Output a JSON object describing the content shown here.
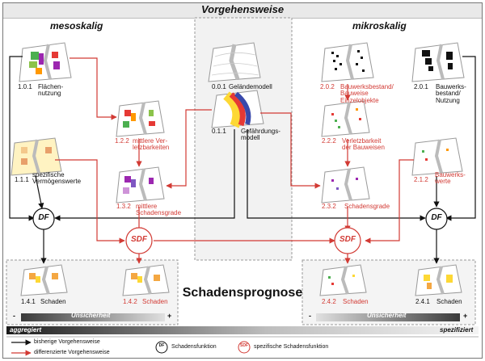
{
  "title": "Vorgehensweise",
  "left_heading": "mesoskalig",
  "right_heading": "mikroskalig",
  "nodes": {
    "n101": {
      "id": "1.0.1",
      "label": "Flächen-\nnutzung"
    },
    "n001": {
      "id": "0.0.1",
      "label": "Geländemodell"
    },
    "n202": {
      "id": "2.0.2",
      "label": "Bauwerksbestand/\nBauweise\nEinzelobjekte"
    },
    "n201": {
      "id": "2.0.1",
      "label": "Bauwerks-\nbestand/\nNutzung"
    },
    "n122": {
      "id": "1.2.2",
      "label": "mittlere Ver-\nletzbarkeiten"
    },
    "n011": {
      "id": "0.1.1",
      "label": "Gefährdungs-\nmodell"
    },
    "n222": {
      "id": "2.2.2",
      "label": "Verletzbarkeit\nder Bauweisen"
    },
    "n111": {
      "id": "1.1.1",
      "label": "spezifische\nVermögenswerte"
    },
    "n132": {
      "id": "1.3.2",
      "label": "mittlere\nSchadensgrade"
    },
    "n232": {
      "id": "2.3.2",
      "label": "Schadensgrade"
    },
    "n212": {
      "id": "2.1.2",
      "label": "Bauwerks-\nwerte"
    },
    "n141": {
      "id": "1.4.1",
      "label": "Schaden"
    },
    "n142": {
      "id": "1.4.2",
      "label": "Schaden"
    },
    "n242": {
      "id": "2.4.2",
      "label": "Schaden"
    },
    "n241": {
      "id": "2.4.1",
      "label": "Schaden"
    }
  },
  "df_label": "DF",
  "sdf_label": "SDF",
  "center_label": "Schadensprognose",
  "uncertainty_label": "Unsicherheit",
  "minus": "-",
  "plus": "+",
  "bar_left": "aggregiert",
  "bar_right": "spezifiziert",
  "legend": {
    "black_line": "bisherige Vorgehensweise",
    "red_line": "differenzierte Vorgehensweise",
    "df_text": "Schadensfunktion",
    "sdf_text": "spezifische Schadensfunktion"
  },
  "colors": {
    "black": "#111111",
    "red": "#d23a34",
    "grey_panel": "#ececec",
    "road": "#a8a8a8"
  }
}
